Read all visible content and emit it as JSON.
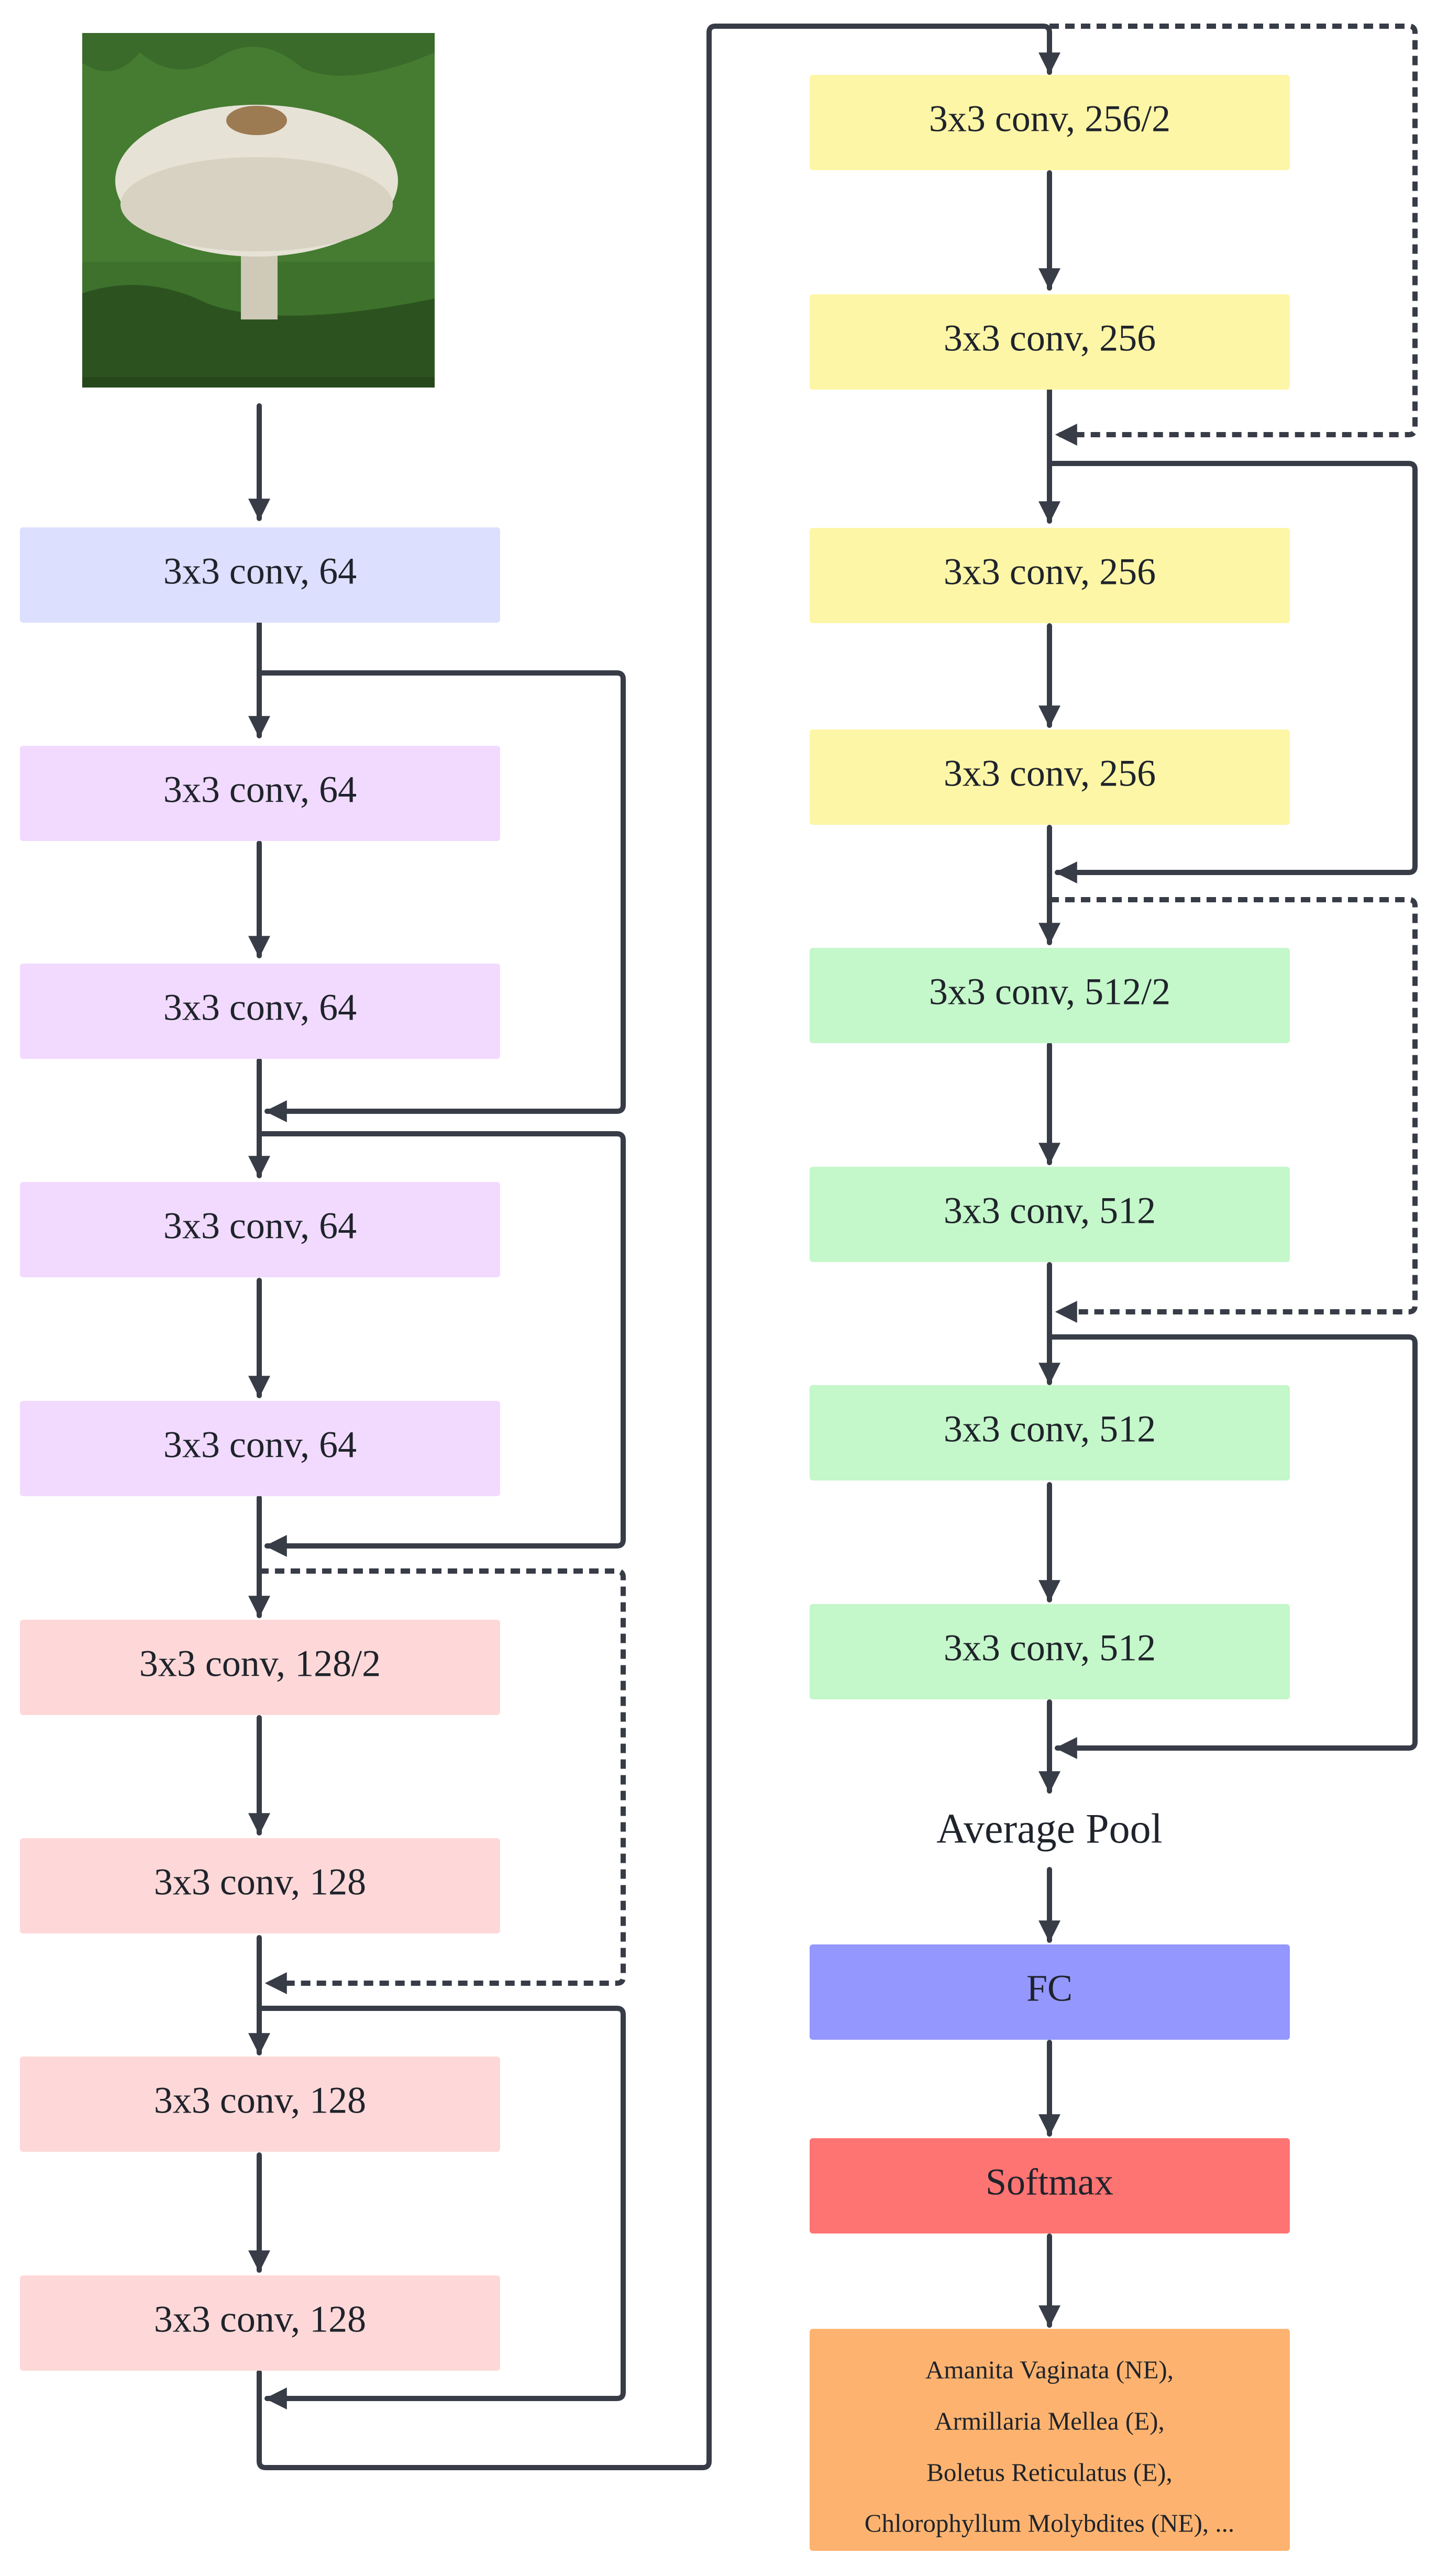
{
  "colors": {
    "line": "#373c47",
    "input_conv": "#dcdffd",
    "stage64": "#f1dafe",
    "stage128": "#fed8d8",
    "stage256": "#fdf6a6",
    "stage512": "#c4f7c9",
    "fc": "#9497fd",
    "softmax": "#fe7473",
    "output": "#fdb36f"
  },
  "input_image": {
    "subject": "mushroom photo on grass"
  },
  "left_column": [
    {
      "label": "3x3 conv, 64",
      "color_key": "input_conv"
    },
    {
      "label": "3x3 conv, 64",
      "color_key": "stage64"
    },
    {
      "label": "3x3 conv, 64",
      "color_key": "stage64"
    },
    {
      "label": "3x3 conv, 64",
      "color_key": "stage64"
    },
    {
      "label": "3x3 conv, 64",
      "color_key": "stage64"
    },
    {
      "label": "3x3 conv, 128/2",
      "color_key": "stage128"
    },
    {
      "label": "3x3 conv, 128",
      "color_key": "stage128"
    },
    {
      "label": "3x3 conv, 128",
      "color_key": "stage128"
    },
    {
      "label": "3x3 conv, 128",
      "color_key": "stage128"
    }
  ],
  "right_column": [
    {
      "label": "3x3 conv, 256/2",
      "color_key": "stage256"
    },
    {
      "label": "3x3 conv, 256",
      "color_key": "stage256"
    },
    {
      "label": "3x3 conv, 256",
      "color_key": "stage256"
    },
    {
      "label": "3x3 conv, 256",
      "color_key": "stage256"
    },
    {
      "label": "3x3 conv, 512/2",
      "color_key": "stage512"
    },
    {
      "label": "3x3 conv, 512",
      "color_key": "stage512"
    },
    {
      "label": "3x3 conv, 512",
      "color_key": "stage512"
    },
    {
      "label": "3x3 conv, 512",
      "color_key": "stage512"
    }
  ],
  "pool": {
    "label": "Average Pool"
  },
  "fc": {
    "label": "FC"
  },
  "softmax": {
    "label": "Softmax"
  },
  "output": {
    "lines": [
      "Amanita Vaginata (NE),",
      "Armillaria Mellea (E),",
      "Boletus Reticulatus (E),",
      "Chlorophyllum Molybdites (NE), ..."
    ]
  }
}
